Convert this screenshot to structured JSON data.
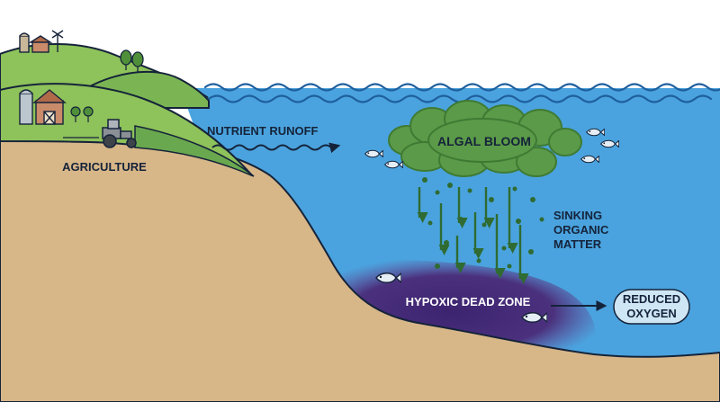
{
  "labels": {
    "agriculture": "AGRICULTURE",
    "nutrient_runoff": "NUTRIENT RUNOFF",
    "algal_bloom": "ALGAL BLOOM",
    "sinking": [
      "SINKING",
      "ORGANIC",
      "MATTER"
    ],
    "dead_zone": "HYPOXIC DEAD ZONE",
    "reduced_oxygen": [
      "REDUCED",
      "OXYGEN"
    ]
  },
  "icons": {
    "farm": "farm-house-barn-windmill-icon",
    "silo": "silo-barn-icon",
    "tractor": "tractor-icon",
    "trees": "tree-icon",
    "fish": "fish-icon",
    "arrows": "arrow-icon"
  },
  "colors": {
    "water": "#4aa3de",
    "wave": "#1f5f9e",
    "sediment": "#d7b688",
    "outline": "#15233a",
    "hill_light": "#8ec25a",
    "hill_dark": "#6aa84f",
    "bloom": "#5b9a48",
    "bloom_dark": "#3f7a33",
    "dead_zone": "#4b2b78",
    "oxygen_bubble": "#cfe6f5"
  }
}
